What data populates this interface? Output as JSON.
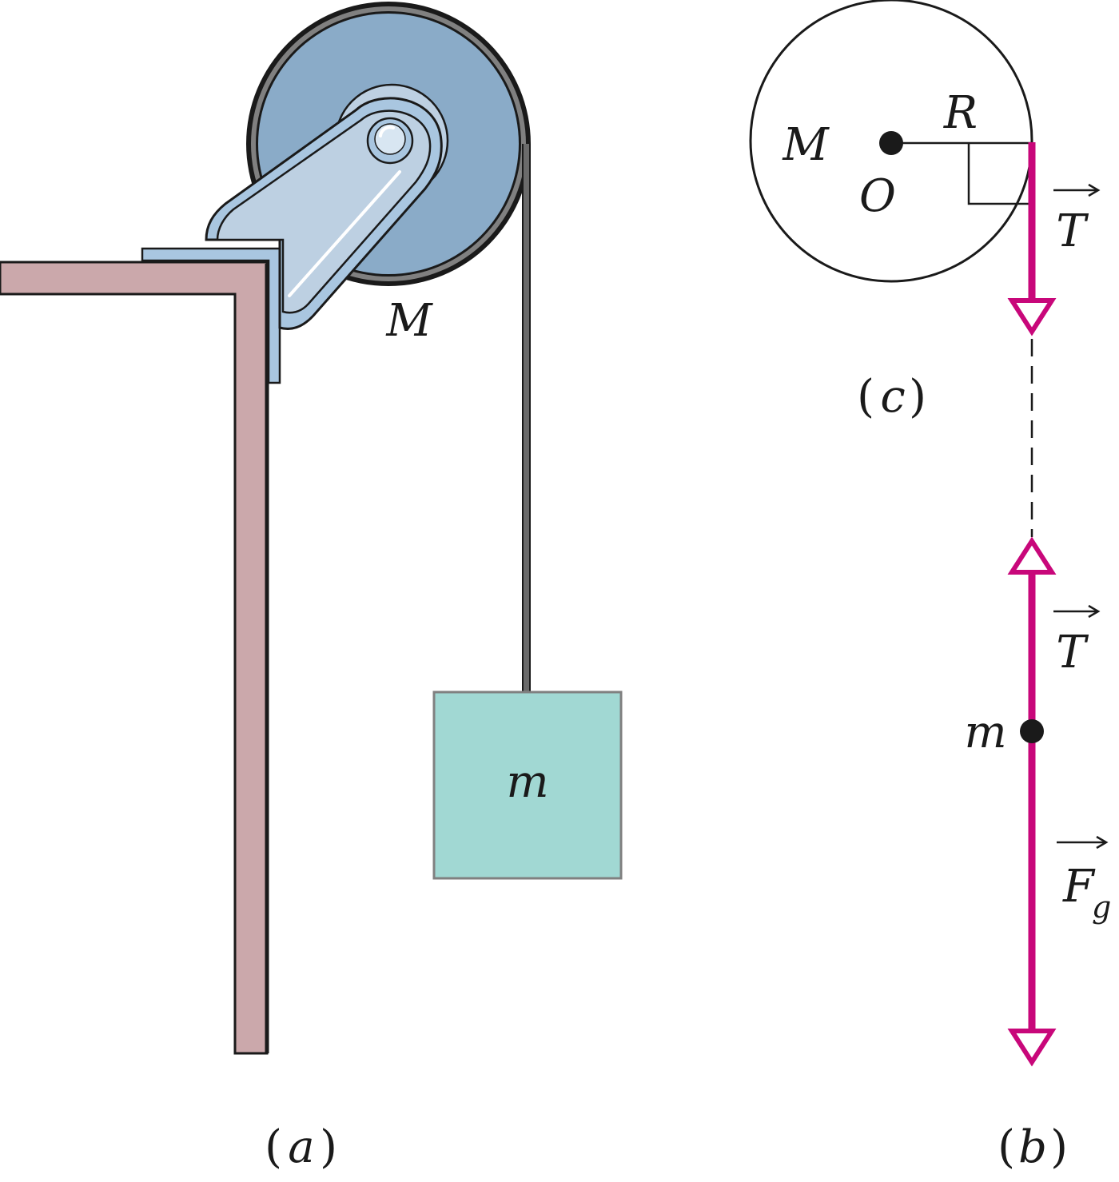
{
  "colors": {
    "wall": "#cba8ab",
    "bracket": "#a9c6e0",
    "pulley": "#8aabc8",
    "arm": "#bdd0e2",
    "block": "#a1d8d3",
    "force": "#c8077a",
    "ink": "#1a1a1a"
  },
  "panel_a": {
    "pulley_label": "M",
    "block_label": "m",
    "caption_open": "(",
    "caption_letter": "a",
    "caption_close": ")"
  },
  "panel_c": {
    "disk_label": "M",
    "center_label": "O",
    "radius_label": "R",
    "tension_label": "T",
    "caption_open": "(",
    "caption_letter": "c",
    "caption_close": ")"
  },
  "panel_b": {
    "mass_label": "m",
    "tension_label": "T",
    "gravity_label": "F",
    "gravity_subscript": "g",
    "caption_open": "(",
    "caption_letter": "b",
    "caption_close": ")"
  }
}
